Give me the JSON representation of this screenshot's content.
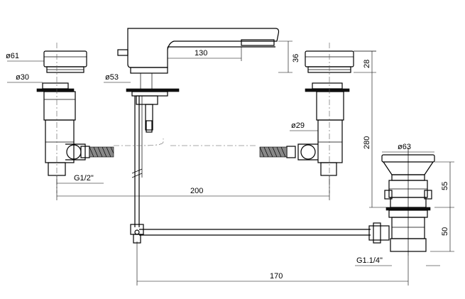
{
  "labels": {
    "d61": "ø61",
    "d30": "ø30",
    "d53": "ø53",
    "d29": "ø29",
    "d63": "ø63",
    "dim130": "130",
    "dim36": "36",
    "dim28": "28",
    "dim280": "280",
    "dim200": "200",
    "dim55": "55",
    "dim50": "50",
    "dim170": "170",
    "thread_left": "G1/2\"",
    "thread_right": "G1.1/4\""
  }
}
